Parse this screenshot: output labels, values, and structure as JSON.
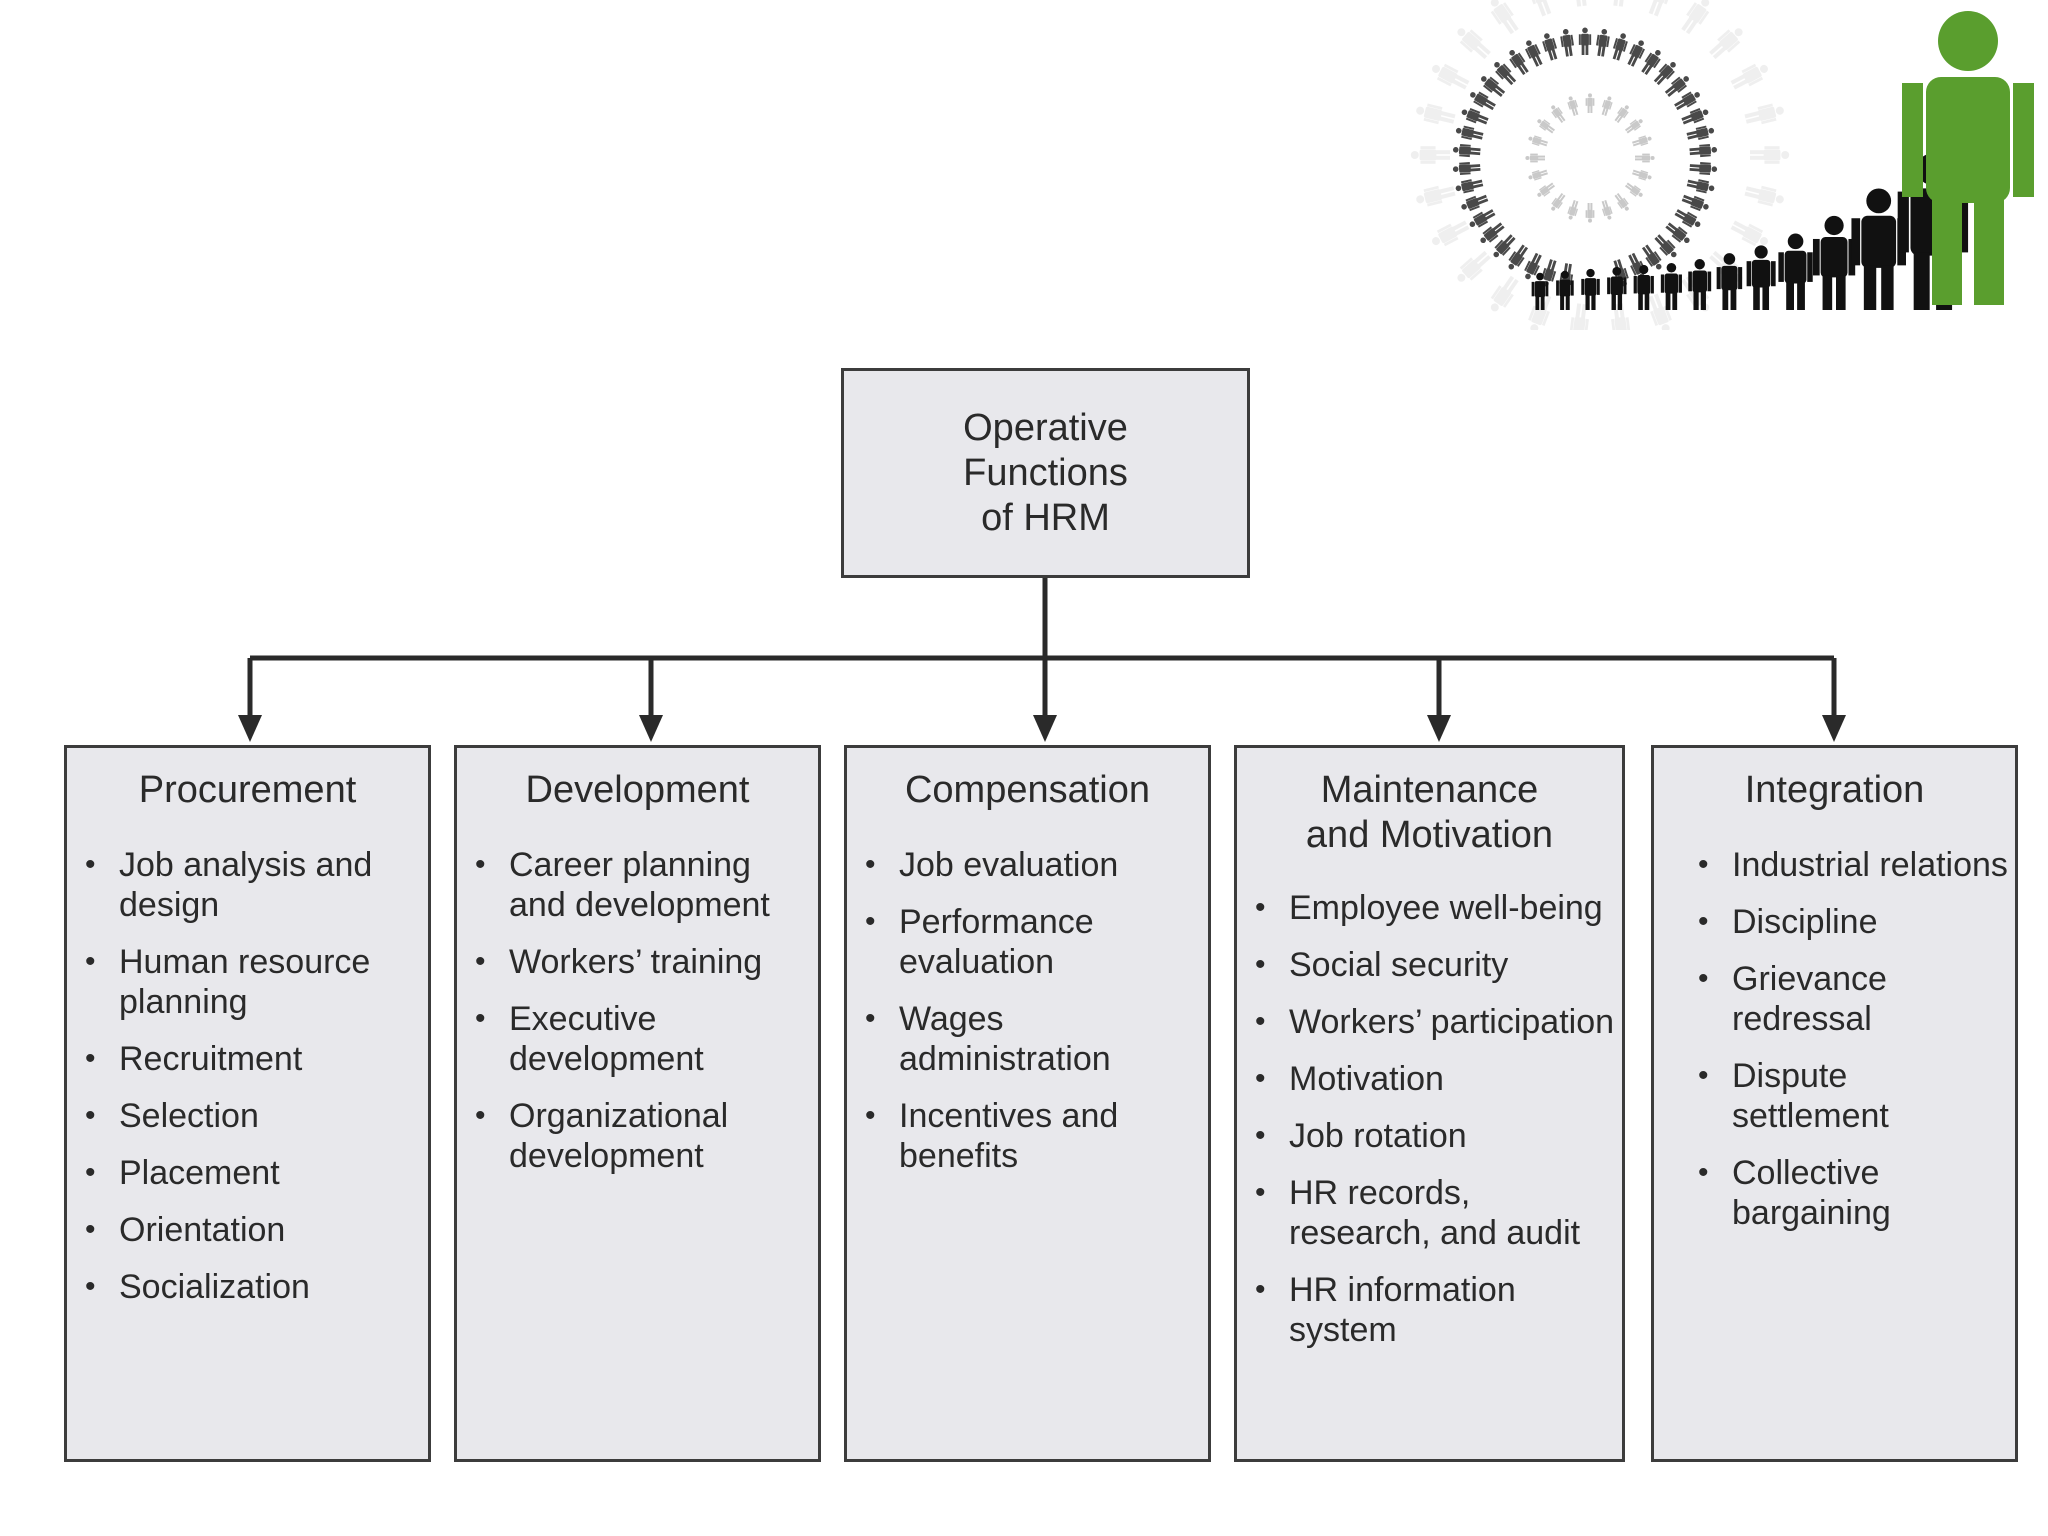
{
  "root": {
    "title": "Operative\nFunctions\nof HRM"
  },
  "categories": [
    {
      "title": "Procurement",
      "items": [
        "Job analysis and design",
        "Human resource planning",
        "Recruitment",
        "Selection",
        "Placement",
        "Orientation",
        "Socialization"
      ]
    },
    {
      "title": "Development",
      "items": [
        "Career planning and development",
        "Workers’ training",
        "Executive development",
        "Organizational development"
      ]
    },
    {
      "title": "Compensation",
      "items": [
        "Job evaluation",
        "Performance evaluation",
        "Wages administration",
        "Incentives and benefits"
      ]
    },
    {
      "title": "Maintenance\nand Motivation",
      "items": [
        "Employee well-being",
        "Social security",
        "Workers’ participation",
        "Motivation",
        "Job rotation",
        "HR records, research, and audit",
        "HR information system"
      ]
    },
    {
      "title": "Integration",
      "items": [
        "Industrial relations",
        "Discipline",
        "Grievance redressal",
        "Dispute settlement",
        "Collective bargaining"
      ]
    }
  ],
  "bullet_glyph": "•",
  "colors": {
    "box_fill": "#e8e8ec",
    "border": "#3c3c3c",
    "logo_green": "#5a9e2e",
    "logo_black": "#111111"
  }
}
